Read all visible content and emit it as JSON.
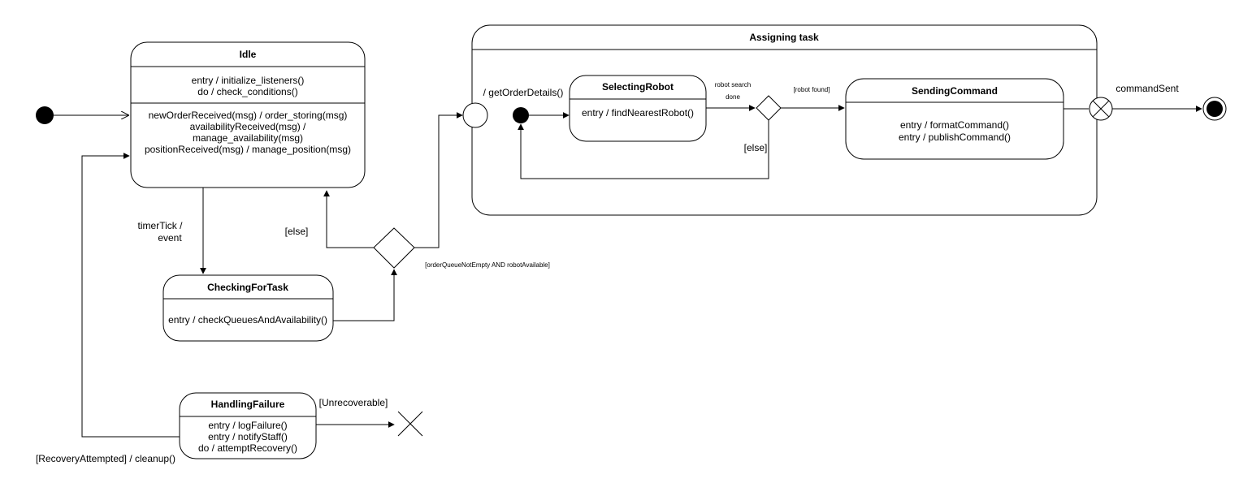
{
  "states": {
    "idle": {
      "title": "Idle",
      "internal": [
        "entry / initialize_listeners()",
        "do / check_conditions()"
      ],
      "transitions": [
        "newOrderReceived(msg) / order_storing(msg)",
        "availabilityReceived(msg) /",
        "manage_availability(msg)",
        "positionReceived(msg) / manage_position(msg)"
      ]
    },
    "checking": {
      "title": "CheckingForTask",
      "body": "entry / checkQueuesAndAvailability()"
    },
    "handling": {
      "title": "HandlingFailure",
      "body": [
        "entry / logFailure()",
        "entry / notifyStaff()",
        "do / attemptRecovery()"
      ]
    },
    "assigning": {
      "title": "Assigning task"
    },
    "selecting": {
      "title": "SelectingRobot",
      "body": "entry / findNearestRobot()"
    },
    "sending": {
      "title": "SendingCommand",
      "body": [
        "entry / formatCommand()",
        "entry / publishCommand()"
      ]
    }
  },
  "labels": {
    "timertick_1": "timerTick /",
    "timertick_2": "event",
    "else_idle": "[else]",
    "guard_queue": "[orderQueueNotEmpty AND robotAvailable]",
    "get_order": "/ getOrderDetails()",
    "robot_search_1": "robot search",
    "robot_search_2": "done",
    "robot_found": "[robot found]",
    "else_select": "[else]",
    "command_sent": "commandSent",
    "unrecoverable": "[Unrecoverable]",
    "recovery": "[RecoveryAttempted] / cleanup()"
  }
}
